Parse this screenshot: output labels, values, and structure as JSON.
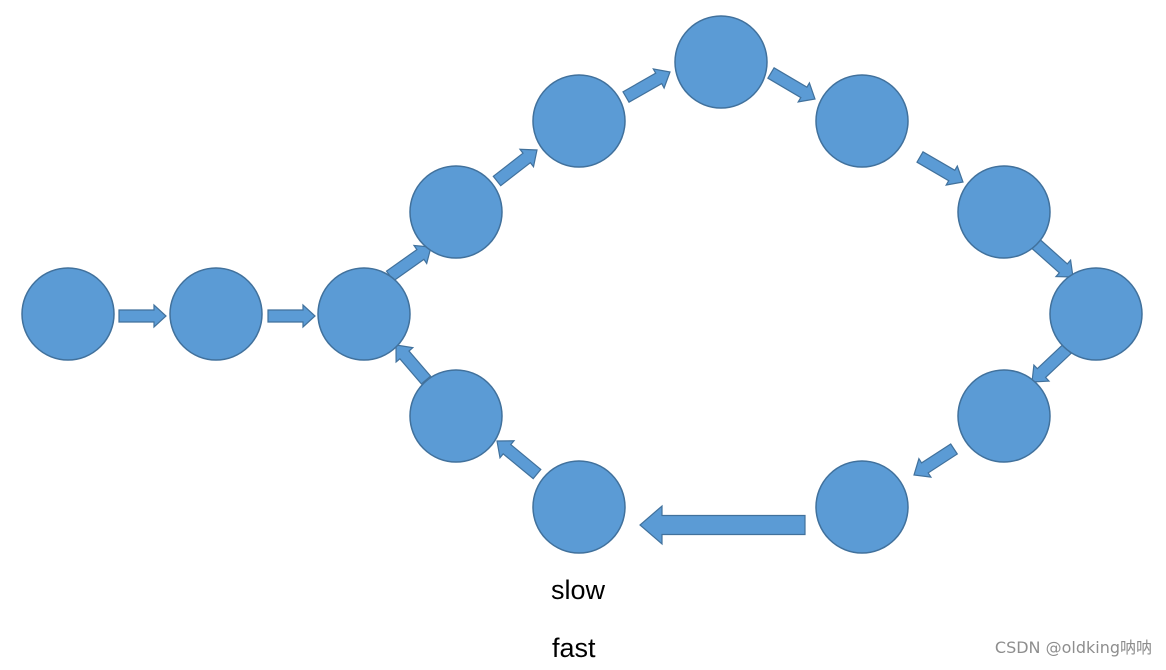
{
  "diagram": {
    "type": "linked-list-with-cycle",
    "node_count": 13,
    "node_color": "#5b9bd5",
    "node_border_color": "#41719c",
    "arrow_count": 13
  },
  "labels": {
    "slow": "slow",
    "fast": "fast"
  },
  "watermark": {
    "text": "CSDN @oldking呐呐",
    "color": "#8e8e8e"
  }
}
